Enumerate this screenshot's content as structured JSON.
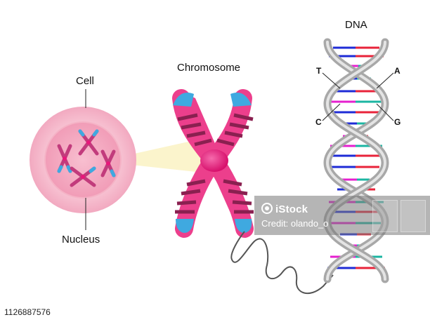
{
  "labels": {
    "cell": "Cell",
    "nucleus": "Nucleus",
    "chromosome": "Chromosome",
    "dna": "DNA",
    "base_t": "T",
    "base_a": "A",
    "base_c": "C",
    "base_g": "G"
  },
  "watermark": {
    "brand": "iStock",
    "credit": "Credit: olando_o"
  },
  "image_id": "1126887576",
  "colors": {
    "cell_outer": "#f7c6d4",
    "cell_inner": "#f3a9c0",
    "chromosome_pink": "#ec3f8c",
    "chromosome_band": "#8a2050",
    "chromosome_tip": "#3fa9e0",
    "centromere": "#e8177a",
    "zoom_beam": "#fbf3c8",
    "dna_backbone": "#b5b5b5",
    "rung_blue": "#1e2bd6",
    "rung_red": "#e8233a",
    "rung_magenta": "#e51fcf",
    "rung_teal": "#1bb5a2"
  }
}
